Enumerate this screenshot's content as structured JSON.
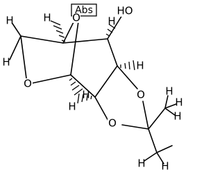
{
  "structure": {
    "stereo_flag": "Abs",
    "atoms": {
      "o_bridge": "O",
      "o_hydroxyl": "HO",
      "o_ring_left": "O",
      "o_dioxolane_right": "O",
      "o_dioxolane_bottom": "O",
      "h_c1": "H",
      "h_c4": "H",
      "h_c3": "H",
      "h_c2": "H",
      "h_c6a": "H",
      "h_c6b": "H",
      "h_me1a": "H",
      "h_me1b": "H",
      "h_me1c": "H",
      "h_me2a": "H",
      "h_me2b": "H",
      "h_me2c": "H"
    }
  }
}
